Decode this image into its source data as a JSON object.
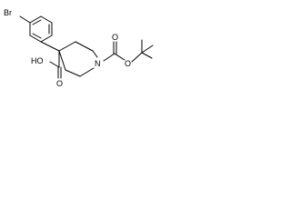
{
  "structure": {
    "labels": {
      "bromine": "Br",
      "carboxylic_acid": "HO",
      "ring_nitrogen": "N",
      "carbonyl_oxygen_acid": "O",
      "carbonyl_oxygen_boc": "O",
      "ester_oxygen": "O"
    }
  }
}
